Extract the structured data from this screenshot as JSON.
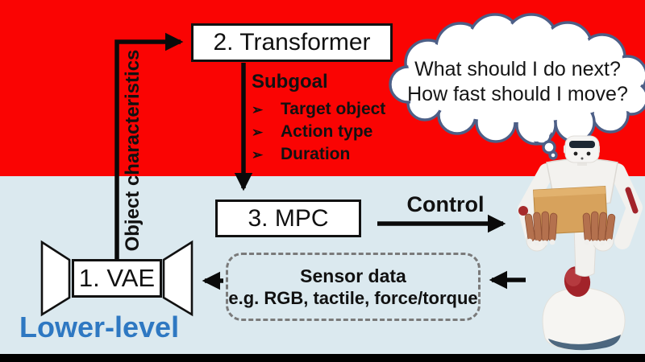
{
  "boxes": {
    "transformer": {
      "label": "2. Transformer"
    },
    "mpc": {
      "label": "3. MPC"
    },
    "vae": {
      "label": "1. VAE"
    }
  },
  "subgoal": {
    "title": "Subgoal",
    "bullet": "➢",
    "items": [
      "Target object",
      "Action type",
      "Duration"
    ]
  },
  "labels": {
    "object_characteristics": "Object characteristics",
    "control": "Control",
    "lower_level": "Lower-level"
  },
  "sensor": {
    "title": "Sensor data",
    "subtitle": "e.g. RGB, tactile, force/torque"
  },
  "thought_bubble": {
    "line1": "What should I do next?",
    "line2": "How fast should I move?"
  },
  "icons": {
    "arrows": [
      "object-characteristics-to-transformer",
      "transformer-to-mpc",
      "mpc-to-robot-control",
      "sensor-to-vae",
      "robot-to-sensor"
    ],
    "robot": "humanoid-robot-holding-cardboard-box"
  },
  "colors": {
    "upper_background": "#fa0403",
    "lower_background": "#dbe9ef",
    "letterbox": "#000000",
    "lower_level_text": "#2e78c2",
    "cloud_outline": "#4d5f87",
    "dashed_border": "#7a7a7a",
    "cardboard": "#d7a25c",
    "robot_accent": "#a2232a"
  }
}
